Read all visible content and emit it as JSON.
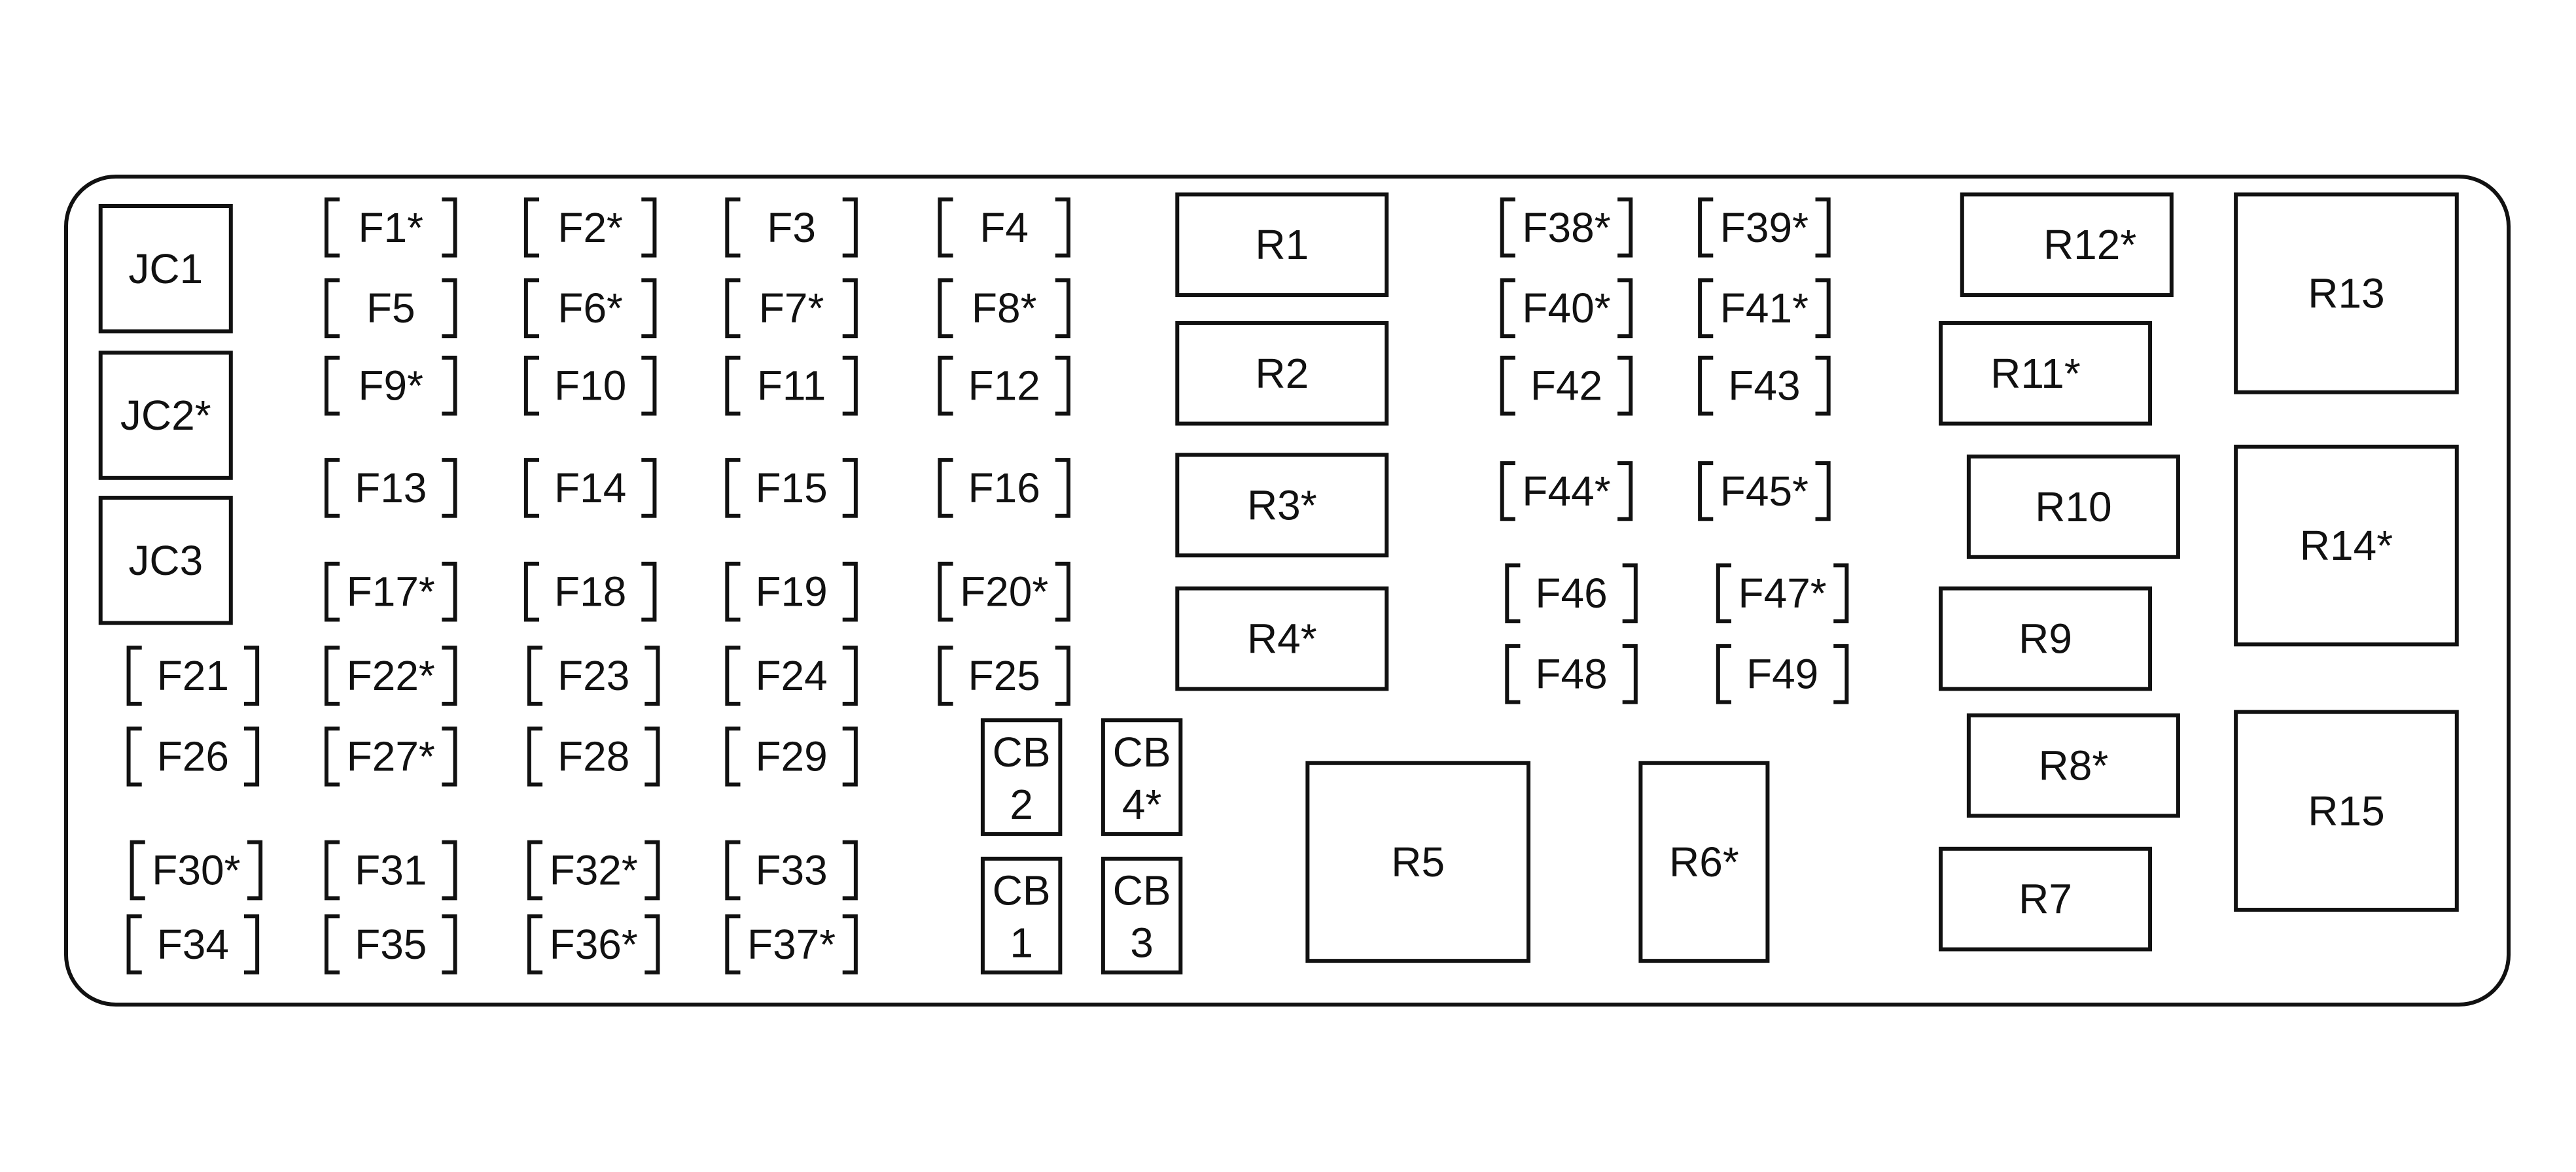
{
  "junctions": [
    {
      "label": "JC1"
    },
    {
      "label": "JC2*"
    },
    {
      "label": "JC3"
    }
  ],
  "fuses": [
    {
      "label": "F1*"
    },
    {
      "label": "F2*"
    },
    {
      "label": "F3"
    },
    {
      "label": "F4"
    },
    {
      "label": "F5"
    },
    {
      "label": "F6*"
    },
    {
      "label": "F7*"
    },
    {
      "label": "F8*"
    },
    {
      "label": "F9*"
    },
    {
      "label": "F10"
    },
    {
      "label": "F11"
    },
    {
      "label": "F12"
    },
    {
      "label": "F13"
    },
    {
      "label": "F14"
    },
    {
      "label": "F15"
    },
    {
      "label": "F16"
    },
    {
      "label": "F17*"
    },
    {
      "label": "F18"
    },
    {
      "label": "F19"
    },
    {
      "label": "F20*"
    },
    {
      "label": "F21"
    },
    {
      "label": "F22*"
    },
    {
      "label": "F23"
    },
    {
      "label": "F24"
    },
    {
      "label": "F25"
    },
    {
      "label": "F26"
    },
    {
      "label": "F27*"
    },
    {
      "label": "F28"
    },
    {
      "label": "F29"
    },
    {
      "label": "F30*"
    },
    {
      "label": "F31"
    },
    {
      "label": "F32*"
    },
    {
      "label": "F33"
    },
    {
      "label": "F34"
    },
    {
      "label": "F35"
    },
    {
      "label": "F36*"
    },
    {
      "label": "F37*"
    },
    {
      "label": "F38*"
    },
    {
      "label": "F39*"
    },
    {
      "label": "F40*"
    },
    {
      "label": "F41*"
    },
    {
      "label": "F42"
    },
    {
      "label": "F43"
    },
    {
      "label": "F44*"
    },
    {
      "label": "F45*"
    },
    {
      "label": "F46"
    },
    {
      "label": "F47*"
    },
    {
      "label": "F48"
    },
    {
      "label": "F49"
    }
  ],
  "circuit_breakers": [
    {
      "line1": "CB",
      "line2": "2"
    },
    {
      "line1": "CB",
      "line2": "4*"
    },
    {
      "line1": "CB",
      "line2": "1"
    },
    {
      "line1": "CB",
      "line2": "3"
    }
  ],
  "relays": [
    {
      "label": "R1"
    },
    {
      "label": "R2"
    },
    {
      "label": "R3*"
    },
    {
      "label": "R4*"
    },
    {
      "label": "R5"
    },
    {
      "label": "R6*"
    },
    {
      "label": "R7"
    },
    {
      "label": "R8*"
    },
    {
      "label": "R9"
    },
    {
      "label": "R10"
    },
    {
      "label": "R11*"
    },
    {
      "label": "R12*"
    },
    {
      "label": "R13"
    },
    {
      "label": "R14*"
    },
    {
      "label": "R15"
    }
  ]
}
